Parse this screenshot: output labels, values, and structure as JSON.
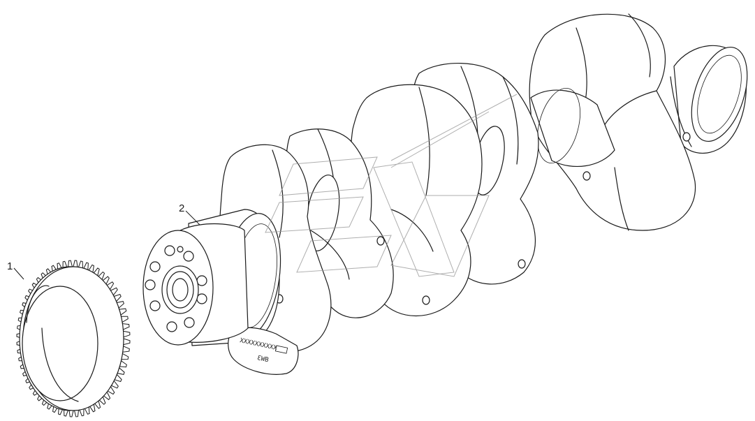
{
  "diagram": {
    "callouts": [
      {
        "id": "1",
        "label": "1",
        "part": "gear-ring"
      },
      {
        "id": "2",
        "label": "2",
        "part": "crankshaft"
      }
    ],
    "stamp_text": "XXXXXXXXXX",
    "stamp_mark": "ƐWB",
    "icons": {
      "watermark": "watermark-logo",
      "gear": "gear-icon"
    },
    "colors": {
      "line": "#1a1a1a",
      "background": "#ffffff",
      "watermark": "#9a9a9a"
    }
  }
}
